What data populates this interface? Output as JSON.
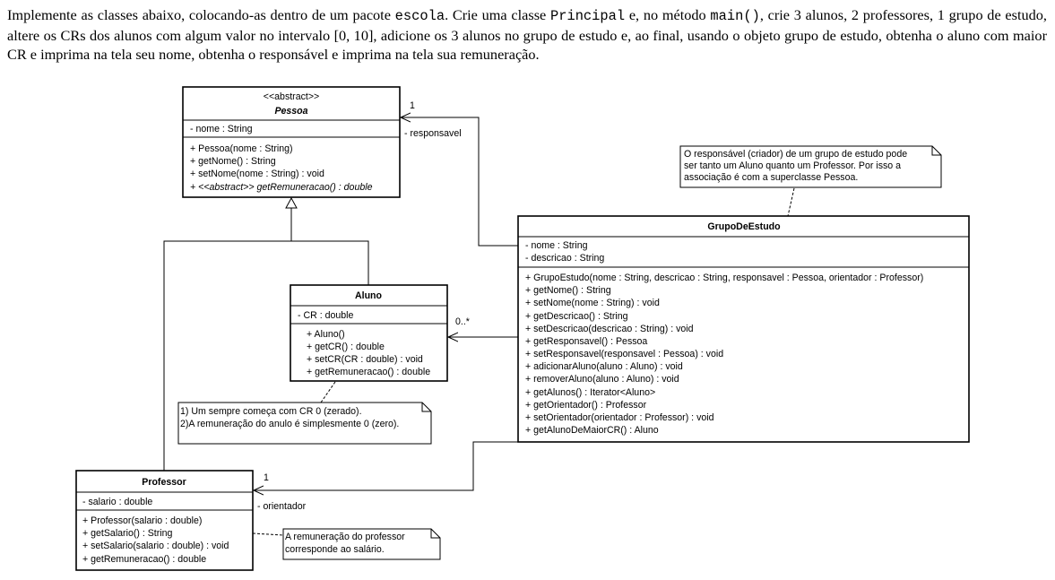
{
  "intro": {
    "t1": "Implemente as classes abaixo, colocando-as dentro de um pacote ",
    "c1": "escola",
    "t2": ". Crie uma classe ",
    "c2": "Principal",
    "t3": " e, no método ",
    "c3": "main()",
    "t4": ", crie 3 alunos, 2 professores, 1 grupo de estudo, altere os CRs dos alunos com algum valor no intervalo [0, 10], adicione os 3 alunos no grupo de estudo e, ao final, usando o objeto grupo de estudo, obtenha o aluno com maior CR e imprima na tela seu nome, obtenha o responsável e imprima na tela sua remuneração."
  },
  "diagram": {
    "pessoa": {
      "stereotype": "<<abstract>>",
      "name": "Pessoa",
      "attrs": [
        "- nome : String"
      ],
      "ops": [
        "+ Pessoa(nome : String)",
        "+ getNome() : String",
        "+ setNome(nome : String) : void",
        "+ <<abstract>> getRemuneracao() : double"
      ]
    },
    "aluno": {
      "name": "Aluno",
      "attrs": [
        "- CR : double"
      ],
      "ops": [
        "+ Aluno()",
        "+ getCR() : double",
        "+ setCR(CR : double) : void",
        "+ getRemuneracao() : double"
      ]
    },
    "professor": {
      "name": "Professor",
      "attrs": [
        "- salario : double"
      ],
      "ops": [
        "+ Professor(salario : double)",
        "+ getSalario() : String",
        "+ setSalario(salario : double) : void",
        "+ getRemuneracao() : double"
      ]
    },
    "grupo": {
      "name": "GrupoDeEstudo",
      "attrs": [
        "- nome : String",
        "- descricao : String"
      ],
      "ops": [
        "+ GrupoEstudo(nome : String, descricao : String, responsavel : Pessoa, orientador : Professor)",
        "+ getNome() : String",
        "+ setNome(nome : String) : void",
        "+ getDescricao() : String",
        "+ setDescricao(descricao : String) : void",
        "+ getResponsavel() : Pessoa",
        "+ setResponsavel(responsavel : Pessoa) : void",
        "+ adicionarAluno(aluno : Aluno) : void",
        "+ removerAluno(aluno : Aluno) : void",
        "+ getAlunos() : Iterator<Aluno>",
        "+ getOrientador() : Professor",
        "+ setOrientador(orientador : Professor) : void",
        "+ getAlunoDeMaiorCR() : Aluno"
      ]
    },
    "notes": {
      "grupo": [
        "O responsável (criador) de um grupo de estudo pode",
        "ser tanto um Aluno quanto um Professor. Por isso a",
        "associação é com a superclasse Pessoa."
      ],
      "aluno": [
        "1) Um sempre começa com CR 0 (zerado).",
        "2)A remuneração do anulo é simplesmente 0 (zero)."
      ],
      "professor": [
        "A remuneração do professor",
        "corresponde ao salário."
      ]
    },
    "labels": {
      "resp_mult": "1",
      "resp_role": "- responsavel",
      "aluno_mult": "0..*",
      "orient_mult": "1",
      "orient_role": "- orientador"
    }
  }
}
